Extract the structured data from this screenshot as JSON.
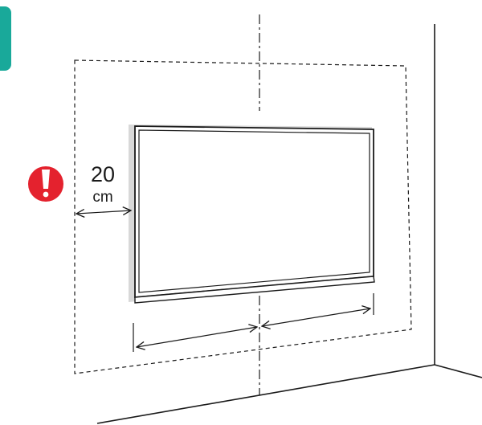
{
  "clearance": {
    "value": "20",
    "unit": "cm"
  },
  "icons": {
    "warning": "warning-exclamation-icon",
    "side_tab": "side-tab-marker"
  },
  "colors": {
    "warning_red": "#e4222e",
    "tab_teal": "#19a99a",
    "line": "#1a1a1a",
    "tv_shadow": "#d8d8d8"
  }
}
